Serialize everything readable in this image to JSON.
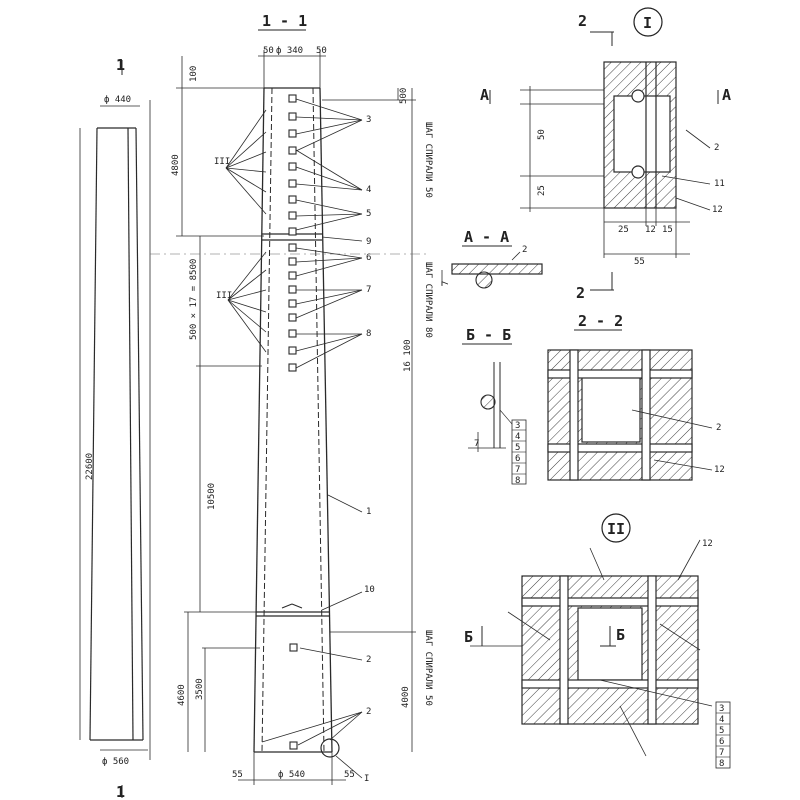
{
  "section_titles": {
    "s11": "1 - 1",
    "s22": "2 - 2",
    "aa": "А - А",
    "bb": "Б - Б",
    "node1": "I",
    "node2": "II"
  },
  "left_view": {
    "top_diam": "ф 440",
    "bottom_diam": "ф 560",
    "height": "22600",
    "cut_mark_top": "1",
    "cut_mark_bottom": "1"
  },
  "main_section": {
    "top_dims": [
      "50",
      "ф 340",
      "50"
    ],
    "bottom_dims": [
      "55",
      "ф 540",
      "55"
    ],
    "left_dims": [
      "100",
      "4800",
      "500 × 17 = 8500",
      "10500",
      "4600",
      "3500"
    ],
    "right_dims": [
      "500",
      "16 100",
      "4000"
    ],
    "spiral_notes": [
      "ШАГ СПИРАЛИ 50",
      "ШАГ СПИРАЛИ 80",
      "ШАГ СПИРАЛИ 50"
    ],
    "callouts": [
      "3",
      "4",
      "5",
      "9",
      "6",
      "7",
      "8",
      "1",
      "10",
      "2",
      "2"
    ],
    "roman_refs": [
      "III",
      "III"
    ],
    "node_ref": "I"
  },
  "detail_1": {
    "dims": [
      "50",
      "25",
      "25",
      "12",
      "15",
      "55"
    ],
    "callouts": [
      "2",
      "11",
      "12"
    ],
    "cut_marks": [
      "2",
      "2",
      "А",
      "А"
    ]
  },
  "detail_aa": {
    "callouts": [
      "2",
      "7"
    ]
  },
  "detail_bb": {
    "callouts": [
      "3",
      "4",
      "5",
      "6",
      "7",
      "8"
    ],
    "dim": "7"
  },
  "detail_22": {
    "callouts": [
      "2",
      "12"
    ]
  },
  "detail_2": {
    "callouts": [
      "12",
      "3",
      "4",
      "5",
      "6",
      "7",
      "8"
    ],
    "cut_marks": [
      "Б",
      "Б"
    ]
  }
}
